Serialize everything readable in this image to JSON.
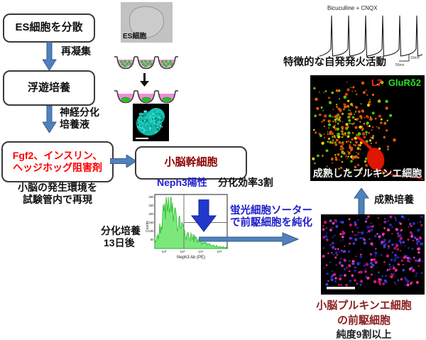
{
  "colors": {
    "flow_arrow_blue": "#4F81BD",
    "gate_arrow_blue": "#2238CC",
    "box_red_text": "#FF0000",
    "stem_cell_red": "#8B0000",
    "precursor_red": "#8B2020",
    "blue_label": "#2020CC",
    "histogram_green": "#7CE87C",
    "well_pink": "#F08CD8",
    "marker_l7_red": "#FF2818",
    "marker_glur_green": "#28E028"
  },
  "flow": {
    "box_disperse": "ES細胞を分散",
    "arrow_reaggregate": "再凝集",
    "box_suspension": "浮遊培養",
    "arrow_neural_line1": "神経分化",
    "arrow_neural_line2": "培養液",
    "box_factors_line1": "Fgf2、インスリン、",
    "box_factors_line2": "ヘッジホッグ阻害剤",
    "caption_env_line1": "小脳の発生環境を",
    "caption_env_line2": "試験管内で再現",
    "box_stem": "小脳幹細胞"
  },
  "images": {
    "es_label": "ES細胞",
    "purkinje_marker_red": "L7",
    "purkinje_marker_green": "GluRδ2",
    "purkinje_caption": "成熟したプルキンエ細胞"
  },
  "facs": {
    "positive": "Neph3陽性",
    "efficiency": "分化効率3割",
    "culture_line1": "分化培養",
    "culture_line2": "13日後",
    "ylabel": "Counts",
    "xlabel": "Neph3 Ab (PE)",
    "y_ticks": [
      "300",
      "250",
      "200",
      "150",
      "100",
      "50"
    ],
    "x_ticks": [
      "10²",
      "10³",
      "10⁴",
      "10⁵"
    ]
  },
  "sorter": {
    "line1": "蛍光細胞ソーター",
    "line2": "で前駆細胞を純化"
  },
  "ephys": {
    "condition": "Bicuculline + CNQX",
    "scale_v": "10mV",
    "scale_h": "50ms",
    "caption": "特徴的な自発発火活動"
  },
  "maturation": {
    "label": "成熟培養"
  },
  "precursor": {
    "line1": "小脳プルキンエ細胞",
    "line2": "の前駆細胞",
    "line3": "純度9割以上"
  }
}
